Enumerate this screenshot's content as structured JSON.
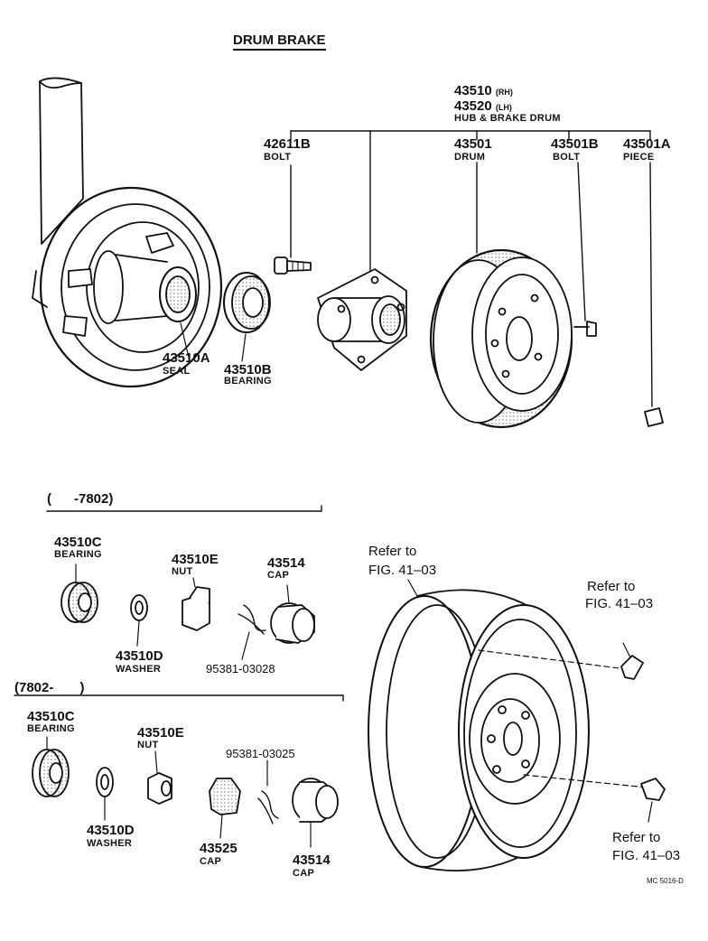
{
  "title": "DRUM BRAKE",
  "hub_assembly": {
    "part_rh": "43510",
    "rh_tag": "(RH)",
    "part_lh": "43520",
    "lh_tag": "(LH)",
    "name": "HUB & BRAKE DRUM"
  },
  "parts": {
    "bolt_hub": {
      "number": "42611B",
      "name": "BOLT"
    },
    "drum": {
      "number": "43501",
      "name": "DRUM"
    },
    "bolt_drum": {
      "number": "43501B",
      "name": "BOLT"
    },
    "piece": {
      "number": "43501A",
      "name": "PIECE"
    },
    "seal": {
      "number": "43510A",
      "name": "SEAL"
    },
    "bearing_inner": {
      "number": "43510B",
      "name": "BEARING"
    }
  },
  "group_early": {
    "range": "(      -7802)",
    "bearing": {
      "number": "43510C",
      "name": "BEARING"
    },
    "nut": {
      "number": "43510E",
      "name": "NUT"
    },
    "cap": {
      "number": "43514",
      "name": "CAP"
    },
    "washer": {
      "number": "43510D",
      "name": "WASHER"
    },
    "pin": "95381-03028"
  },
  "group_late": {
    "range": "(7802-       )",
    "bearing": {
      "number": "43510C",
      "name": "BEARING"
    },
    "nut": {
      "number": "43510E",
      "name": "NUT"
    },
    "pin": "95381-03025",
    "washer": {
      "number": "43510D",
      "name": "WASHER"
    },
    "cap_lock": {
      "number": "43525",
      "name": "CAP"
    },
    "cap": {
      "number": "43514",
      "name": "CAP"
    }
  },
  "refs": {
    "wheel": [
      "Refer to",
      "FIG. 41–03"
    ],
    "upper_right": [
      "Refer to",
      "FIG. 41–03"
    ],
    "lower_right": [
      "Refer to",
      "FIG. 41–03"
    ]
  },
  "code": "MC 5016-D"
}
